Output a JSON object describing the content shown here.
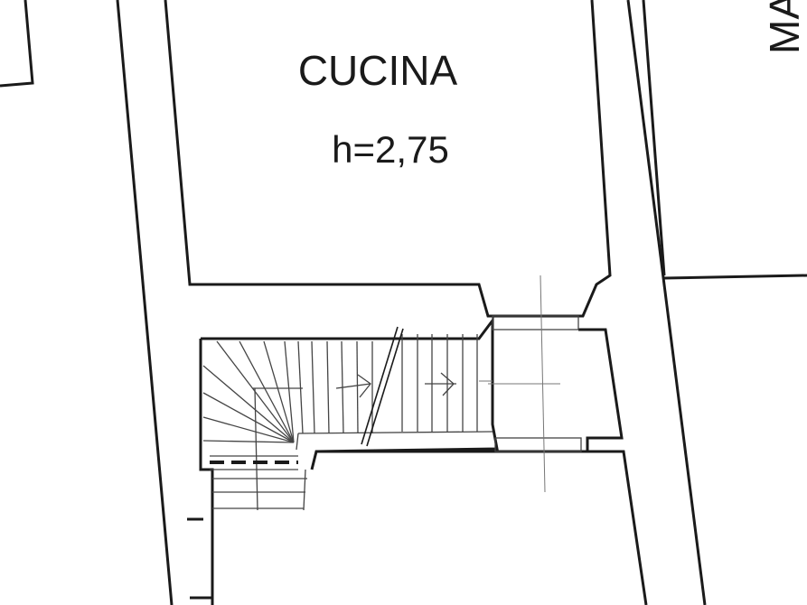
{
  "plan": {
    "room_name": "CUCINA",
    "room_height": "h=2,75",
    "edge_label_fragment": "MA"
  },
  "colors": {
    "background": "#ffffff",
    "line": "#1a1a1a"
  }
}
